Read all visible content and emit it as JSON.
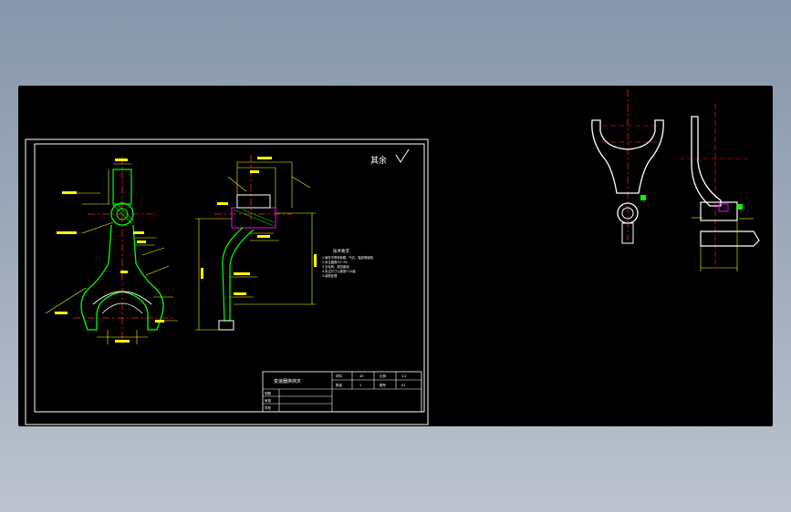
{
  "sheet": {
    "roughness_note": "其余",
    "notes_title": "技术要求",
    "notes": [
      "1.铸件不得有砂眼、气孔、裂纹等缺陷",
      "2.未注圆角R3~R5",
      "3.去毛刺、锐边倒钝",
      "4.未注尺寸公差按IT14级",
      "5.调质处理"
    ],
    "title_block": {
      "part_name": "变速器换挡叉",
      "row_labels": [
        "制图",
        "审核",
        "学校"
      ],
      "header_cells": [
        "材料",
        "45",
        "比例",
        "1:2"
      ],
      "header_cells_2": [
        "数量",
        "1",
        "图号",
        "01"
      ]
    }
  },
  "colors": {
    "viewport": "#000000",
    "frame": "#ffffff",
    "outline": "#ffffff",
    "green": "#00ff00",
    "center": "#ff2020",
    "dimension": "#ffff00",
    "magenta": "#ff00ff"
  }
}
